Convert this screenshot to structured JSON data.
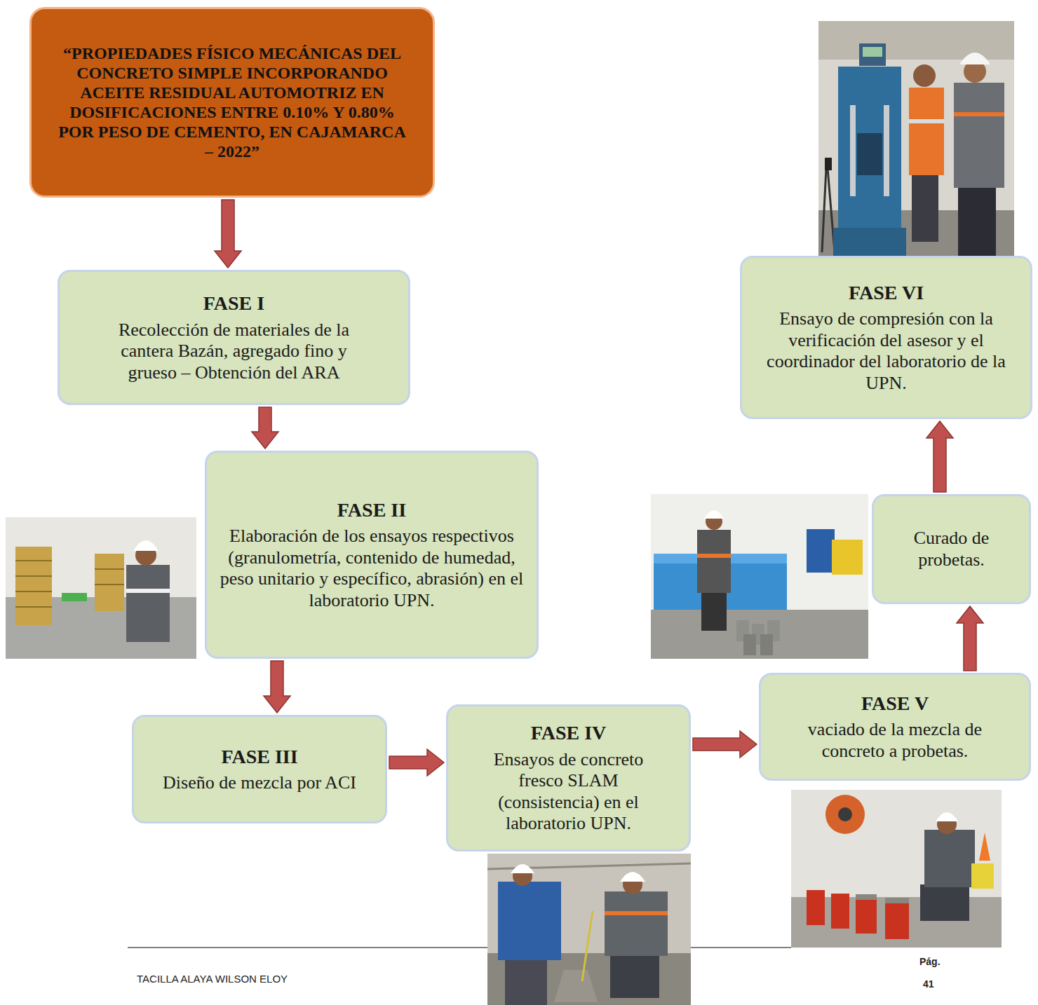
{
  "diagram": {
    "nodes": [
      {
        "text": [
          "“PROPIEDADES FÍSICO MECÁNICAS DEL CONCRETO SIMPLE INCORPORANDO ACEITE RESIDUAL AUTOMOTRIZ EN DOSIFICACIONES ENTRE 0.10% Y 0.80% POR PESO DE CEMENTO, EN CAJAMARCA – 2022”"
        ]
      },
      {
        "text": [
          "FASE I",
          "Recolección de materiales de la cantera Bazán, agregado fino y grueso – Obtención del ARA"
        ]
      },
      {
        "text": [
          "FASE II",
          "Elaboración de los ensayos respectivos (granulometría, contenido de humedad, peso unitario y específico, abrasión) en el laboratorio UPN."
        ]
      },
      {
        "text": [
          "FASE III",
          "Diseño de mezcla por ACI"
        ]
      },
      {
        "text": [
          "FASE IV",
          "Ensayos de concreto fresco SLAM (consistencia) en el laboratorio UPN."
        ]
      },
      {
        "text": [
          "FASE V",
          "vaciado de la mezcla de concreto a probetas."
        ]
      },
      {
        "text": [
          "Curado de probetas."
        ]
      },
      {
        "text": [
          "FASE VI",
          "Ensayo de compresión con la verificación del asesor y el coordinador del laboratorio de la UPN."
        ]
      }
    ],
    "edges": [
      {
        "from": 0,
        "to": 1,
        "arrow": "to"
      },
      {
        "from": 1,
        "to": 2,
        "arrow": "to"
      },
      {
        "from": 2,
        "to": 3,
        "arrow": "to"
      },
      {
        "from": 3,
        "to": 4,
        "arrow": "to"
      },
      {
        "from": 4,
        "to": 5,
        "arrow": "to"
      },
      {
        "from": 5,
        "to": 6,
        "arrow": "to"
      },
      {
        "from": 6,
        "to": 7,
        "arrow": "to"
      }
    ],
    "labels": [
      "TACILLA ALAYA WILSON ELOY",
      "Pág.",
      "41"
    ]
  }
}
